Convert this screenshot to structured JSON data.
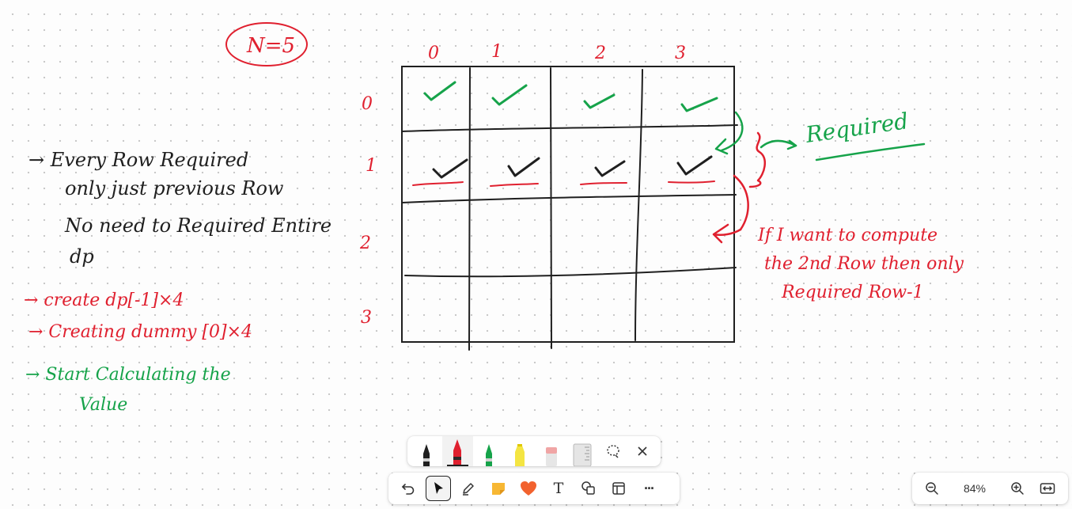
{
  "colors": {
    "red": "#e0202f",
    "green": "#16a34a",
    "black": "#1f1f1f"
  },
  "canvas": {
    "n_label": "N=5",
    "column_labels": [
      "0",
      "1",
      "2",
      "3"
    ],
    "row_labels": [
      "0",
      "1",
      "2",
      "3"
    ],
    "notes_left": [
      "→ Every Row Required",
      "only just previous Row",
      "No need to Required Entire",
      "dp"
    ],
    "notes_red": [
      "→ create dp[-1]×4",
      "→ Creating dummy [0]×4"
    ],
    "notes_green": [
      "→ Start Calculating the",
      "Value"
    ],
    "required_label": "Required",
    "notes_right": [
      "If I want to compute",
      "the 2nd Row then only",
      "Required Row-1"
    ]
  },
  "pen_tray": {
    "items": [
      {
        "name": "black-pen",
        "icon": "pen-icon",
        "color": "#1f1f1f"
      },
      {
        "name": "red-pen",
        "icon": "pen-icon",
        "color": "#e0202f",
        "selected": true
      },
      {
        "name": "green-pen",
        "icon": "pen-icon",
        "color": "#16a34a"
      },
      {
        "name": "yellow-highlighter",
        "icon": "highlighter-icon",
        "color": "#f4e542"
      },
      {
        "name": "eraser",
        "icon": "eraser-icon",
        "color": "#f0a5a5"
      },
      {
        "name": "ruler",
        "icon": "ruler-icon",
        "color": "#cfcfcf"
      }
    ],
    "lasso_icon": "lasso-icon",
    "close_icon": "close-icon"
  },
  "main_toolbar": {
    "items": [
      "undo-icon",
      "select-icon",
      "pen-icon",
      "sticky-note-icon",
      "heart-icon",
      "text-icon",
      "shapes-icon",
      "frame-icon",
      "more-icon"
    ],
    "text_glyph": "T",
    "more_glyph": "···"
  },
  "zoom": {
    "value": "84%",
    "zoom_out_icon": "zoom-out-icon",
    "zoom_in_icon": "zoom-in-icon",
    "fit_icon": "fit-width-icon"
  }
}
